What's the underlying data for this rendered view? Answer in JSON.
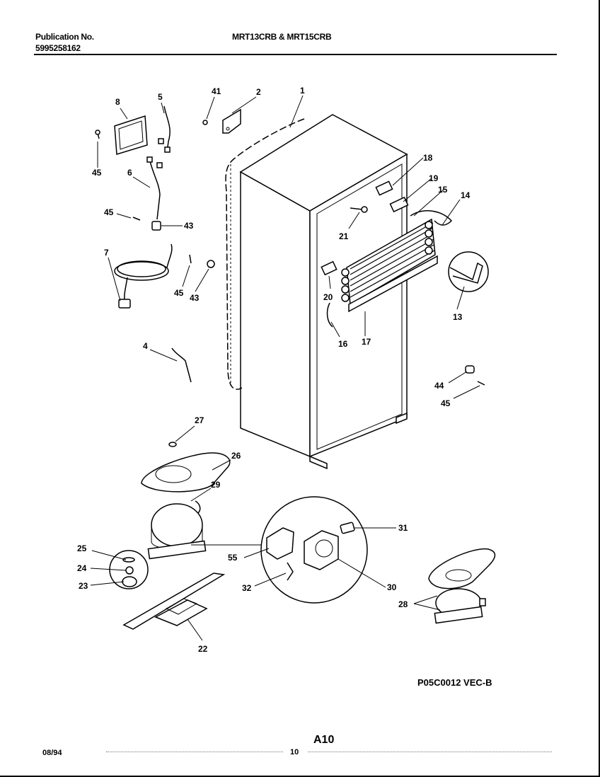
{
  "header": {
    "publication_label": "Publication No.",
    "publication_number": "5995258162",
    "models": "MRT13CRB & MRT15CRB"
  },
  "footer": {
    "diagram_code": "P05C0012 VEC-B",
    "page_code": "A10",
    "date": "08/94",
    "page_number": "10"
  },
  "callouts": {
    "c1": "1",
    "c2": "2",
    "c4": "4",
    "c5": "5",
    "c6": "6",
    "c7": "7",
    "c8": "8",
    "c13": "13",
    "c14": "14",
    "c15": "15",
    "c16": "16",
    "c17": "17",
    "c18": "18",
    "c19": "19",
    "c20": "20",
    "c21": "21",
    "c22": "22",
    "c23": "23",
    "c24": "24",
    "c25": "25",
    "c26": "26",
    "c27": "27",
    "c28": "28",
    "c29": "29",
    "c30": "30",
    "c31": "31",
    "c32": "32",
    "c41": "41",
    "c43": "43",
    "c44": "44",
    "c45": "45",
    "c55": "55"
  }
}
